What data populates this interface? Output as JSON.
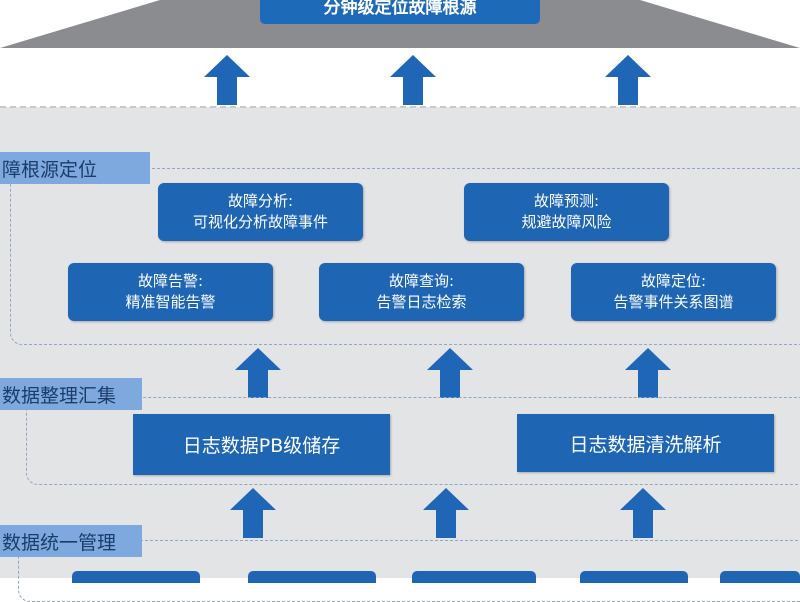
{
  "top": {
    "title": "分钟级定位故障根源"
  },
  "sections": {
    "fault_root": {
      "label": "障根源定位"
    },
    "data_org": {
      "label": "数据整理汇集"
    },
    "data_mgmt": {
      "label": "数据统一管理"
    }
  },
  "boxes": {
    "fault_analysis": {
      "title": "故障分析:",
      "desc": "可视化分析故障事件"
    },
    "fault_predict": {
      "title": "故障预测:",
      "desc": "规避故障风险"
    },
    "fault_alarm": {
      "title": "故障告警:",
      "desc": "精准智能告警"
    },
    "fault_query": {
      "title": "故障查询:",
      "desc": "告警日志检索"
    },
    "fault_locate": {
      "title": "故障定位:",
      "desc": "告警事件关系图谱"
    }
  },
  "storage": {
    "pb_storage": "日志数据PB级储存",
    "clean_parse": "日志数据清洗解析"
  },
  "colors": {
    "box_blue": "#1e65b4",
    "arrow_blue": "#1f66b6",
    "label_blue": "#7ea9de",
    "panel_gray": "#e3e4e6",
    "dash": "#8fa6c6"
  }
}
